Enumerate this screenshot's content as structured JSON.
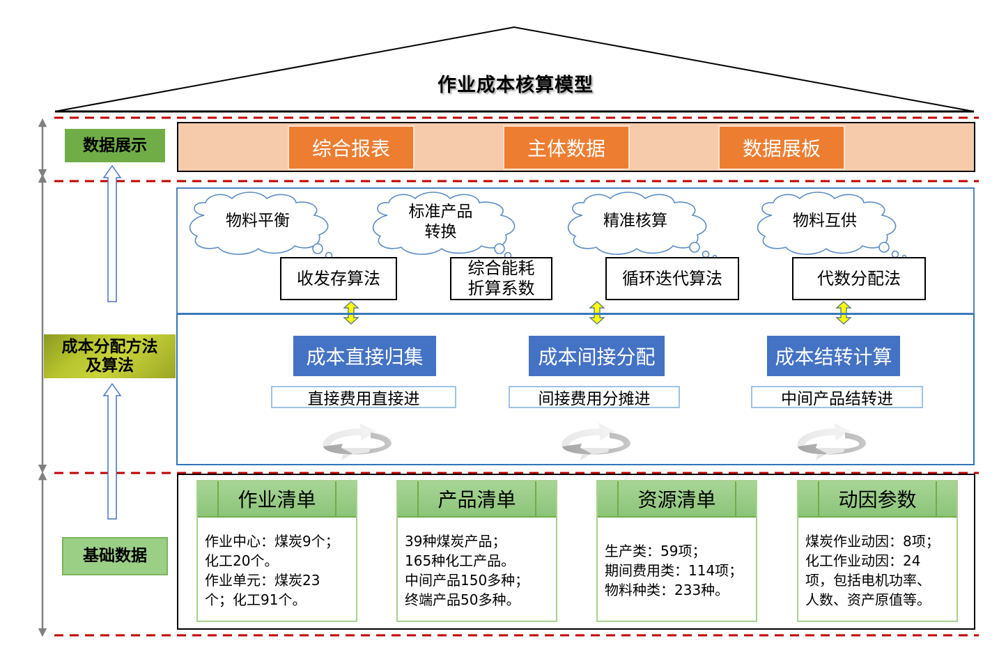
{
  "title": "作业成本核算模型",
  "colors": {
    "divider": "#c00000",
    "display_green": "#70ad47",
    "orange": "#ed7d31",
    "peach": "#f6cbac",
    "blue": "#4472c4",
    "yellow_arrow": "#ffff00"
  },
  "layers": {
    "display": {
      "label": "数据展示",
      "items": [
        "综合报表",
        "主体数据",
        "数据展板"
      ]
    },
    "method": {
      "label": "成本分配方法及算法",
      "label_lines": [
        "成本分配方法",
        "及算法"
      ],
      "clouds": [
        {
          "lines": [
            "物料平衡"
          ]
        },
        {
          "lines": [
            "标准产品",
            "转换"
          ]
        },
        {
          "lines": [
            "精准核算"
          ]
        },
        {
          "lines": [
            "物料互供"
          ]
        }
      ],
      "algorithms": [
        {
          "lines": [
            "收发存算法"
          ]
        },
        {
          "lines": [
            "综合能耗",
            "折算系数"
          ]
        },
        {
          "lines": [
            "循环迭代算法"
          ]
        },
        {
          "lines": [
            "代数分配法"
          ]
        }
      ],
      "methods": [
        {
          "title": "成本直接归集",
          "sub": "直接费用直接进",
          "icon": "cycle-arrows-icon"
        },
        {
          "title": "成本间接分配",
          "sub": "间接费用分摊进",
          "icon": "cycle-arrows-icon"
        },
        {
          "title": "成本结转计算",
          "sub": "中间产品结转进",
          "icon": "cycle-arrows-icon"
        }
      ]
    },
    "base": {
      "label": "基础数据",
      "lists": [
        {
          "title": "作业清单",
          "lines": [
            "作业中心：煤炭9个；",
            "化工20个。",
            "作业单元：煤炭23",
            "个；化工91个。"
          ]
        },
        {
          "title": "产品清单",
          "lines": [
            "39种煤炭产品；",
            "165种化工产品。",
            "中间产品150多种；",
            "终端产品50多种。"
          ]
        },
        {
          "title": "资源清单",
          "lines": [
            "生产类：59项；",
            "期间费用类：114项；",
            "物料种类：233种。"
          ]
        },
        {
          "title": "动因参数",
          "lines": [
            "煤炭作业动因：8项；",
            "化工作业动因：24",
            "项，包括电机功率、",
            "人数、资产原值等。"
          ]
        }
      ]
    }
  }
}
